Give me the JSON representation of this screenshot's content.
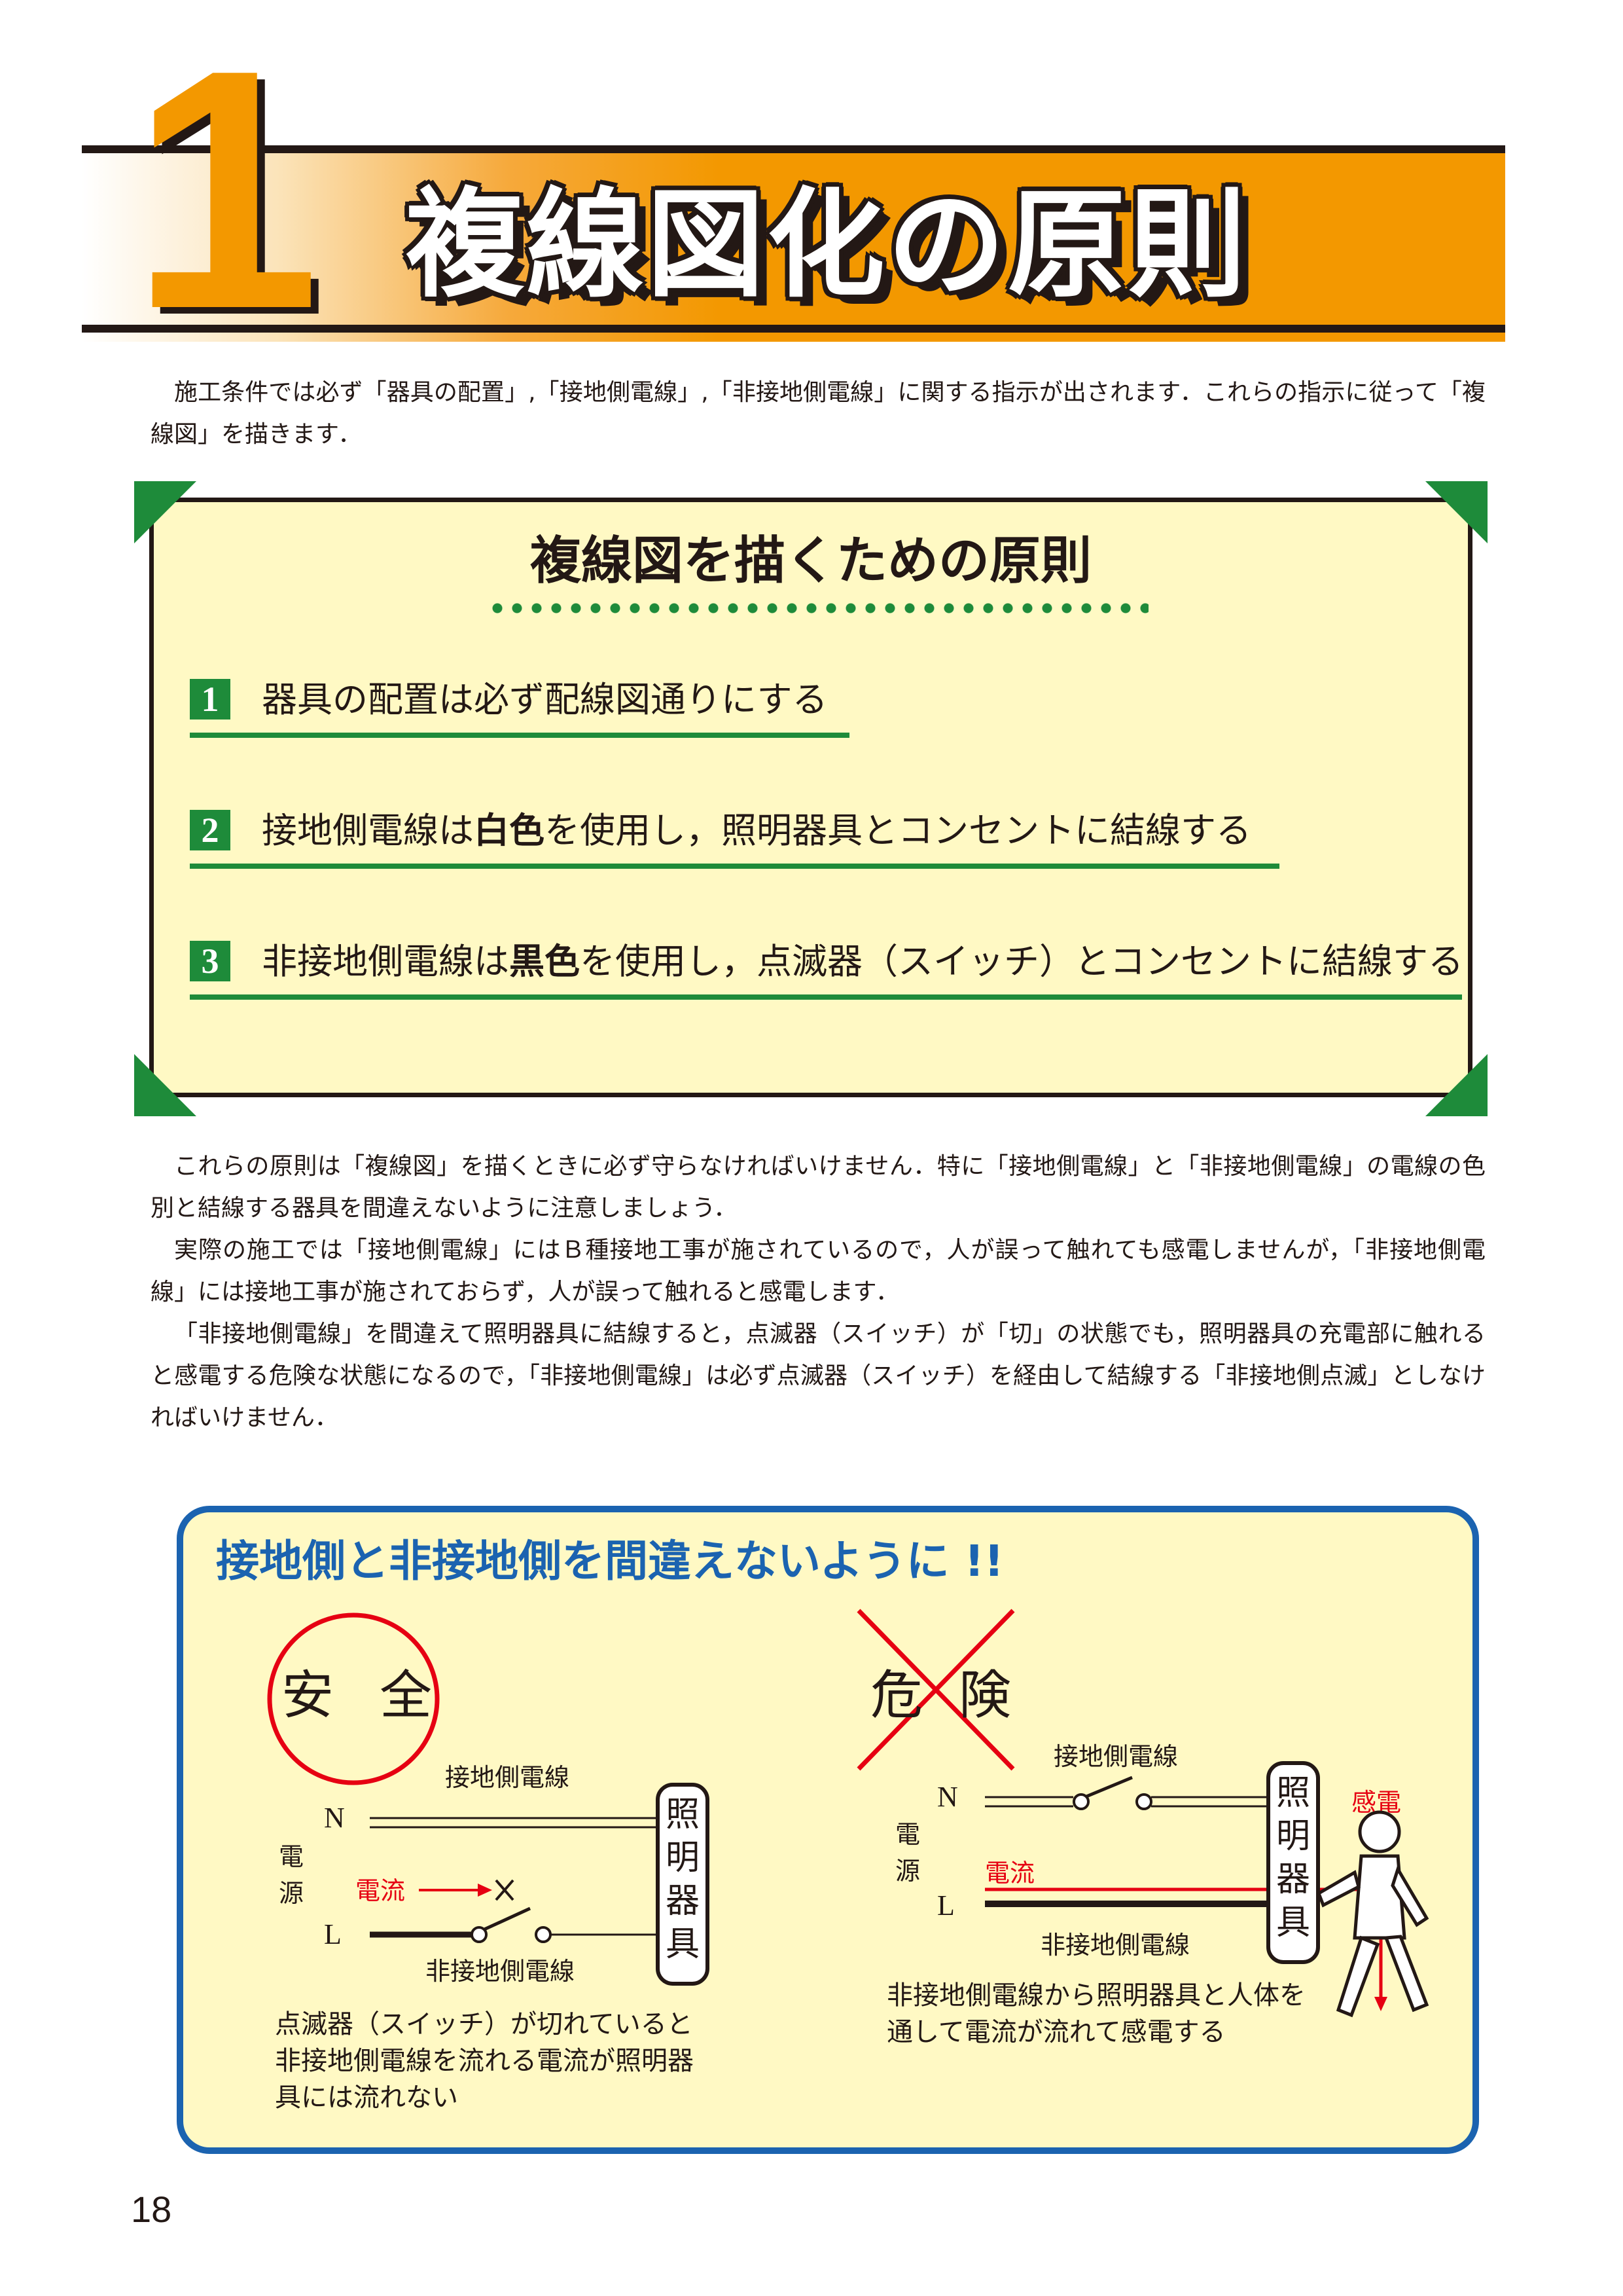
{
  "header": {
    "chapter_number": "1",
    "title": "複線図化の原則"
  },
  "intro": {
    "text": "施工条件では必ず「器具の配置」,「接地側電線」,「非接地側電線」に関する指示が出されます．これらの指示に従って「複線図」を描きます．"
  },
  "principles": {
    "title": "複線図を描くための原則",
    "items": [
      {
        "num": "1",
        "text_before": "器具の配置は必ず配線図通りにする",
        "bold": "",
        "text_after": ""
      },
      {
        "num": "2",
        "text_before": "接地側電線は",
        "bold": "白色",
        "text_after": "を使用し，照明器具とコンセントに結線する"
      },
      {
        "num": "3",
        "text_before": "非接地側電線は",
        "bold": "黒色",
        "text_after": "を使用し，点滅器（スイッチ）とコンセントに結線する"
      }
    ]
  },
  "body": {
    "paragraphs": [
      "これらの原則は「複線図」を描くときに必ず守らなければいけません．特に「接地側電線」と「非接地側電線」の電線の色別と結線する器具を間違えないように注意しましょう．",
      "実際の施工では「接地側電線」にはＢ種接地工事が施されているので，人が誤って触れても感電しませんが，「非接地側電線」には接地工事が施されておらず，人が誤って触れると感電します．",
      "「非接地側電線」を間違えて照明器具に結線すると，点滅器（スイッチ）が「切」の状態でも，照明器具の充電部に触れると感電する危険な状態になるので，「非接地側電線」は必ず点滅器（スイッチ）を経由して結線する「非接地側点滅」としなければいけません．"
    ]
  },
  "caution": {
    "title": "接地側と非接地側を間違えないように !!",
    "safe": {
      "heading_1": "安",
      "heading_2": "全",
      "grounded_label": "接地側電線",
      "n_label": "N",
      "l_label": "L",
      "source_label_1": "電",
      "source_label_2": "源",
      "current_label": "電流",
      "ungrounded_label": "非接地側電線",
      "fixture_label": "照明器具",
      "description_lines": [
        "点滅器（スイッチ）が切れていると",
        "非接地側電線を流れる電流が照明器",
        "具には流れない"
      ]
    },
    "danger": {
      "heading_1": "危",
      "heading_2": "険",
      "grounded_label": "接地側電線",
      "n_label": "N",
      "l_label": "L",
      "source_label_1": "電",
      "source_label_2": "源",
      "current_label": "電流",
      "ungrounded_label": "非接地側電線",
      "fixture_label": "照明器具",
      "shock_label": "感電",
      "description_lines": [
        "非接地側電線から照明器具と人体を",
        "通して電流が流れて感電する"
      ]
    },
    "colors": {
      "accent_red": "#e60012",
      "border_blue": "#1b63b0",
      "box_fill": "#fff9c4",
      "green": "#1e8b3a",
      "orange": "#f39800"
    }
  },
  "footer": {
    "page_number": "18"
  }
}
